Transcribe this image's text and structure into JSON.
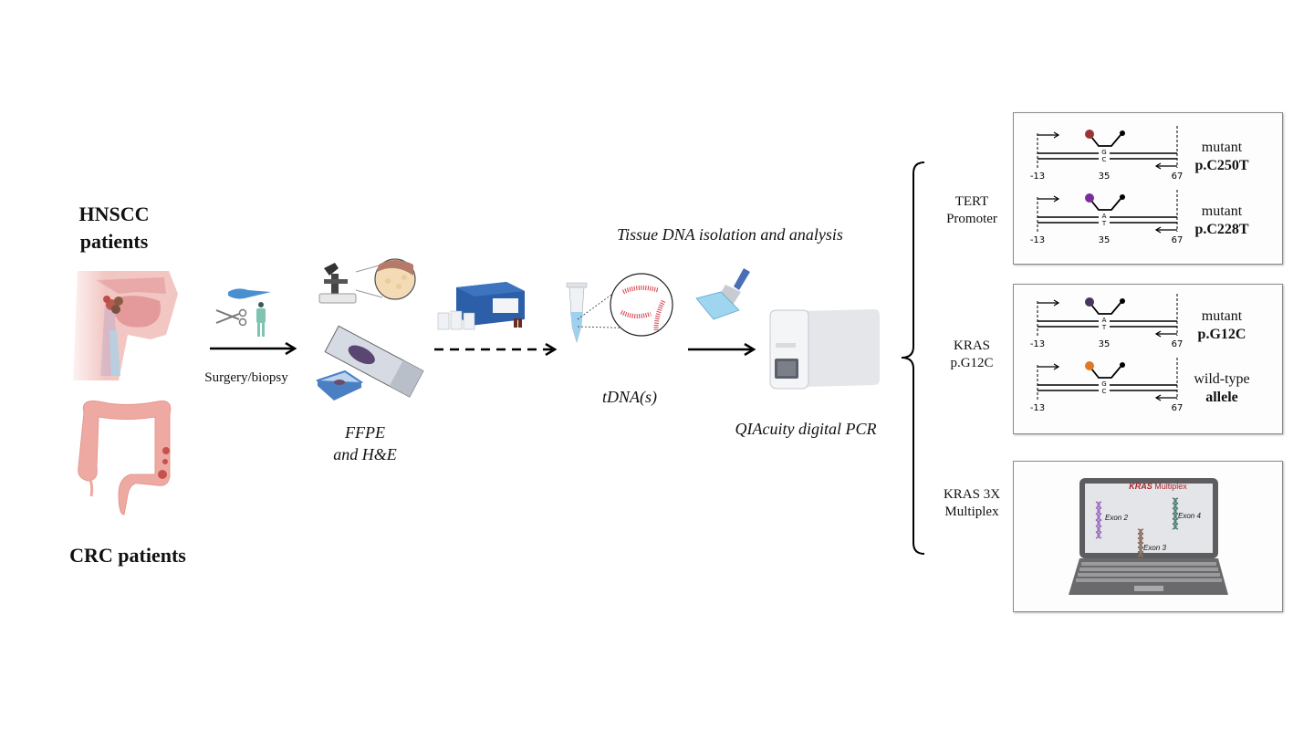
{
  "left": {
    "hnscc_title": "HNSCC",
    "hnscc_sub": "patients",
    "crc_title": "CRC patients"
  },
  "steps": {
    "surgery_label": "Surgery/biopsy",
    "ffpe_line1": "FFPE",
    "ffpe_line2": "and H&E",
    "section_title": "Tissue DNA isolation and analysis",
    "tdna_label": "tDNA(s)",
    "pcr_label": "QIAcuity digital PCR"
  },
  "assays": [
    {
      "name_line1": "TERT",
      "name_line2": "Promoter",
      "probes": [
        {
          "status": "mutant",
          "variant": "p.C250T",
          "top_base": "G",
          "bottom_base": "C",
          "dye_color": "#9b3535",
          "positions": [
            "-13",
            "35",
            "67"
          ]
        },
        {
          "status": "mutant",
          "variant": "p.C228T",
          "top_base": "A",
          "bottom_base": "T",
          "dye_color": "#7a2e9a",
          "positions": [
            "-13",
            "35",
            "67"
          ]
        }
      ]
    },
    {
      "name_line1": "KRAS",
      "name_line2": "p.G12C",
      "probes": [
        {
          "status": "mutant",
          "variant": "p.G12C",
          "top_base": "A",
          "bottom_base": "T",
          "dye_color": "#4a3460",
          "positions": [
            "-13",
            "35",
            "67"
          ]
        },
        {
          "status": "wild-type",
          "variant": "allele",
          "top_base": "G",
          "bottom_base": "C",
          "dye_color": "#e07a20",
          "positions": [
            "-13",
            "",
            "67"
          ]
        }
      ]
    },
    {
      "name_line1": "KRAS 3X",
      "name_line2": "Multiplex",
      "laptop": {
        "title_italic": "KRAS",
        "title_rest": " Multiplex",
        "exons": [
          "Exon 2",
          "Exon 3",
          "Exon 4"
        ],
        "title_color": "#a8262e"
      }
    }
  ]
}
